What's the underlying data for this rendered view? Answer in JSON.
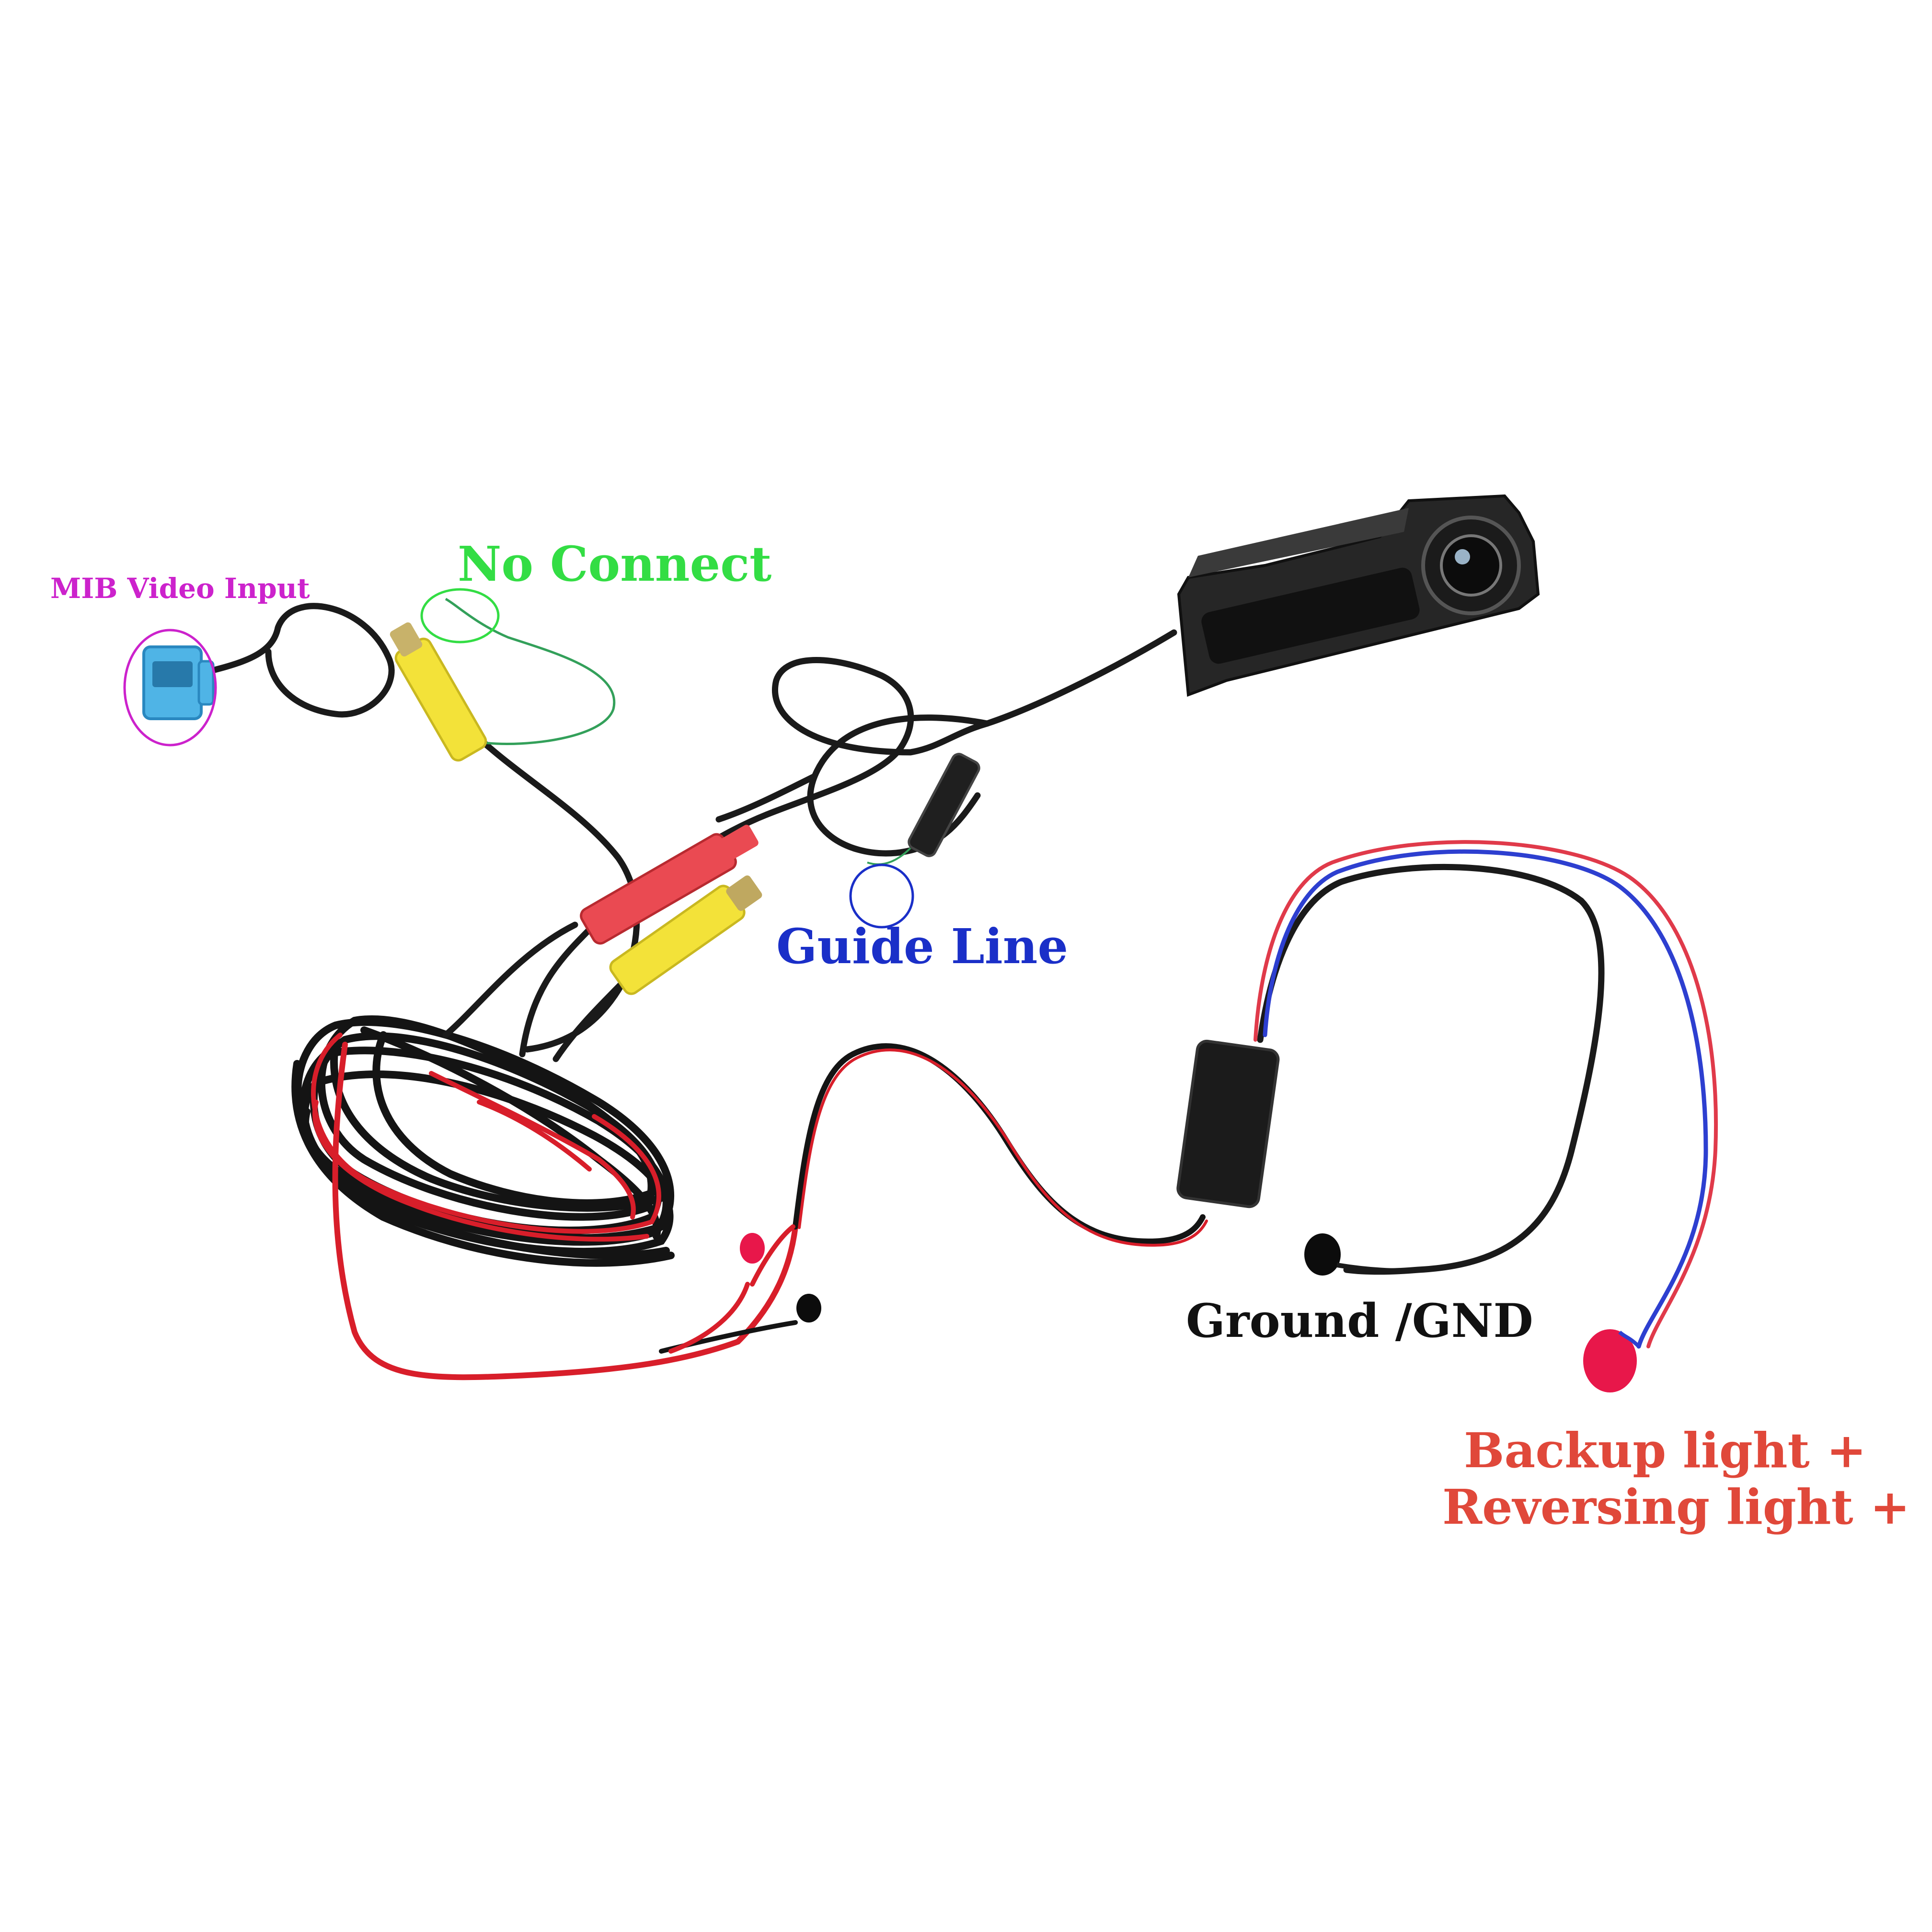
{
  "labels": {
    "mib_video_input": "MIB Video Input",
    "no_connect": "No Connect",
    "guide_line": "Guide Line",
    "ground": "Ground /GND",
    "backup_light": "Backup light +",
    "reversing_light": "Reversing light +"
  },
  "colors": {
    "mib_label": "#cc22cc",
    "no_connect": "#33dd44",
    "guide_line": "#1a2fc8",
    "ground": "#111111",
    "backup": "#e0483a",
    "cable_black": "#1a1a1a",
    "cable_red": "#d81e2a",
    "cable_blue": "#2d3fd0",
    "rca_yellow": "#f3e239",
    "rca_red": "#ea4a52",
    "connector_blue": "#4fb4e6",
    "dot_red": "#e8174a"
  }
}
